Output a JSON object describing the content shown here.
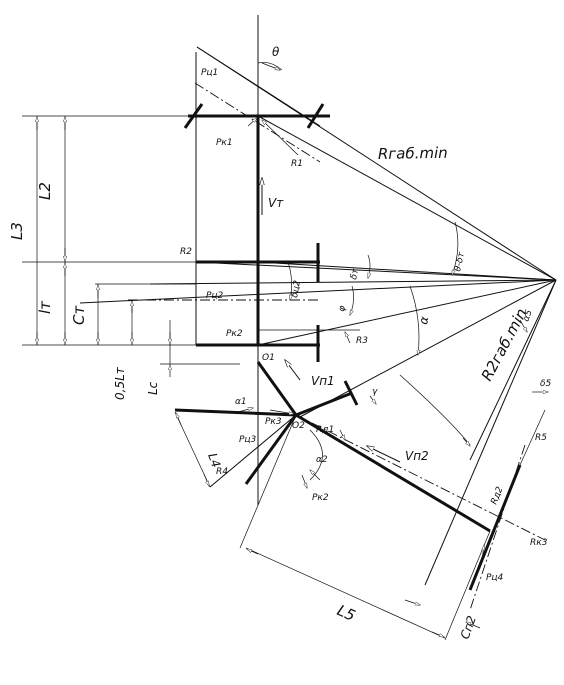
{
  "labels": {
    "theta": "θ",
    "p_c1": "Pц1",
    "p_k1": "Pк1",
    "r1": "R1",
    "r_gab_top": "Rгаб.min",
    "l3": "L3",
    "l2": "L2",
    "l_t": "lт",
    "c_t": "Cт",
    "v_t": "Vт",
    "r2": "R2",
    "theta_delta_t": "θ-δт",
    "delta_t": "δт",
    "delta_c2": "δц2",
    "p_c2": "Pц2",
    "phi": "φ",
    "alpha": "α",
    "p_k2": "Pк2",
    "r3": "R3",
    "o1": "O1",
    "o2": "O2",
    "l_c": "Lc",
    "half_l_t": "0,5Lт",
    "v_n1": "Vп1",
    "alpha1": "α1",
    "l4": "L4",
    "p_c3": "Pц3",
    "p_k3": "Pк3",
    "r_d1": "Rд1",
    "gamma": "γ",
    "alpha2": "α2",
    "r4": "R4",
    "p_k2_low": "Pк2",
    "v_n2": "Vп2",
    "r_gab_bottom": "R2габ.min",
    "delta_s": "δ5",
    "alpha5": "α5",
    "r5": "R5",
    "r_d2": "Rд2",
    "r_k3": "Rк3",
    "p_c4": "Pц4",
    "l5": "L5",
    "c_n2": "Cп2"
  }
}
